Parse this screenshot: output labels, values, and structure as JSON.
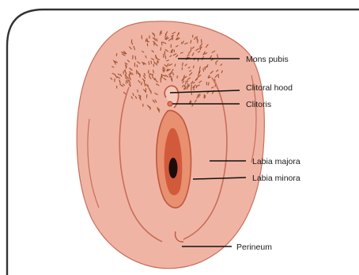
{
  "diagram": {
    "colors": {
      "skin": "#f0b4a4",
      "skin_outline": "#c76e5a",
      "hair": "#a0522d",
      "inner": "#d25a3c",
      "leader": "#111111",
      "frame": "#333333"
    },
    "labels": [
      {
        "id": "mons-pubis",
        "text": "Mons pubis"
      },
      {
        "id": "clitoral-hood",
        "text": "Clitoral hood"
      },
      {
        "id": "clitoris",
        "text": "Clitoris"
      },
      {
        "id": "labia-majora",
        "text": "Labia majora"
      },
      {
        "id": "labia-minora",
        "text": "Labia minora"
      },
      {
        "id": "perineum",
        "text": "Perineum"
      }
    ]
  }
}
